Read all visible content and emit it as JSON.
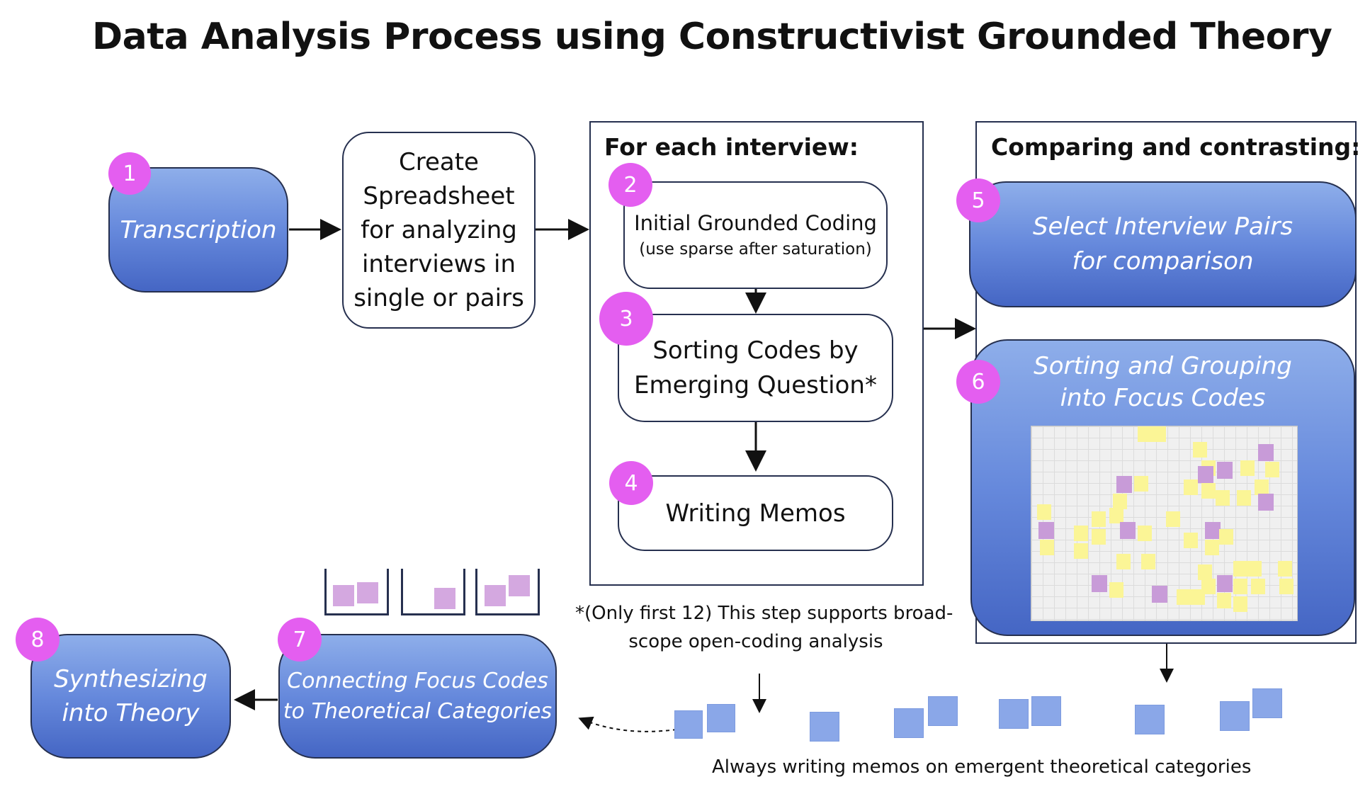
{
  "title": "Data Analysis Process using Constructivist Grounded Theory",
  "frames": {
    "interview": "For each interview:",
    "comparing": "Comparing and contrasting:"
  },
  "steps": {
    "transcription": {
      "badge": "1",
      "label": "Transcription"
    },
    "spreadsheet": {
      "lines": [
        "Create",
        "Spreadsheet",
        "for analyzing",
        "interviews in",
        "single or pairs"
      ]
    },
    "initial_coding": {
      "badge": "2",
      "line1": "Initial Grounded Coding",
      "line2": "(use sparse after saturation)"
    },
    "sorting_codes": {
      "badge": "3",
      "line1": "Sorting Codes by",
      "line2": "Emerging Question*"
    },
    "writing_memos": {
      "badge": "4",
      "label": "Writing Memos"
    },
    "select_pairs": {
      "badge": "5",
      "line1": "Select Interview Pairs",
      "line2": "for comparison"
    },
    "sorting_grouping": {
      "badge": "6",
      "line1": "Sorting and Grouping",
      "line2": "into Focus Codes"
    },
    "connecting": {
      "badge": "7",
      "line1": "Connecting Focus Codes",
      "line2": "to Theoretical Categories"
    },
    "synthesizing": {
      "badge": "8",
      "line1": "Synthesizing",
      "line2": "into Theory"
    }
  },
  "notes": {
    "footnote_line1": "*(Only first 12) This step supports broad-",
    "footnote_line2": "scope open-coding analysis",
    "memos_caption": "Always writing memos on emergent theoretical categories"
  },
  "colors": {
    "box_blue_top": "#8eaeea",
    "box_blue_bottom": "#4566c4",
    "badge_magenta": "#e45ef0",
    "outline_navy": "#26304f",
    "memo_square": "#8aa7e8",
    "sticky_yellow": "#fbf596",
    "sticky_purple": "#c89bd8"
  }
}
